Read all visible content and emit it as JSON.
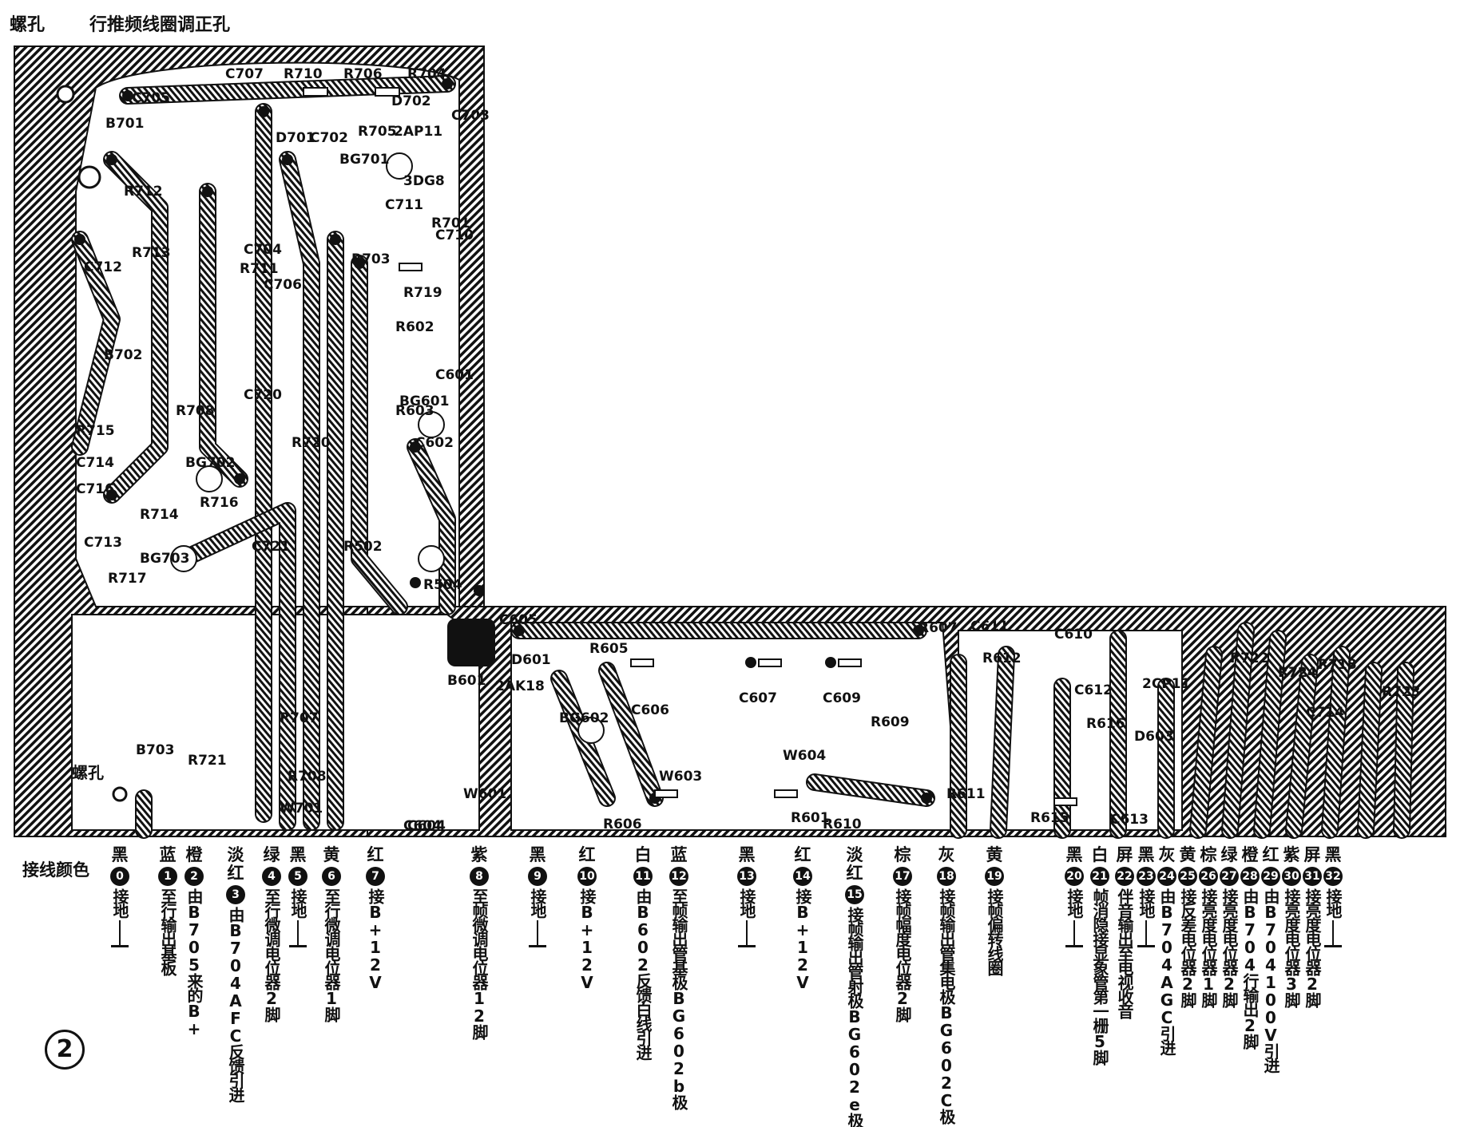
{
  "top_labels": {
    "screw_hole_top": "螺孔",
    "coil_hole": "行推频线圈调正孔",
    "screw_hole_bottom": "螺孔"
  },
  "component_labels": [
    "C705",
    "C707",
    "R710",
    "R706",
    "R704",
    "D702",
    "C703",
    "B701",
    "D701",
    "C702",
    "R705",
    "2AP11",
    "BG701",
    "3DG8",
    "R712",
    "R713",
    "C712",
    "C704",
    "R711",
    "C706",
    "R703",
    "R719",
    "R602",
    "R701",
    "C711",
    "C710",
    "B702",
    "R708",
    "C720",
    "R715",
    "C714",
    "C716",
    "BG702",
    "R714",
    "C713",
    "R717",
    "BG703",
    "R716",
    "C721",
    "R720",
    "R603",
    "C601",
    "BG601",
    "C602",
    "R502",
    "R504",
    "C604",
    "C605",
    "D601",
    "B601",
    "R605",
    "2AK18",
    "BG602",
    "C606",
    "C607",
    "C609",
    "W604",
    "R607",
    "C611",
    "R612",
    "C610",
    "C613",
    "D603",
    "2CP11",
    "C612",
    "R616",
    "R615",
    "R606",
    "W603",
    "W601",
    "R601",
    "C604",
    "R610",
    "R609",
    "R611",
    "R722",
    "R724",
    "R718",
    "C714",
    "R723",
    "B703",
    "R721",
    "R707",
    "R708",
    "W701"
  ],
  "wire_legend_title": "接线颜色",
  "wires": [
    {
      "color": "黑",
      "num": "0",
      "desc": "接地",
      "ground": true
    },
    {
      "color": "蓝",
      "num": "1",
      "desc": "至行输出基板",
      "ground": false
    },
    {
      "color": "橙",
      "num": "2",
      "desc": "由B705来的B+",
      "ground": false
    },
    {
      "color": "淡红",
      "num": "3",
      "desc": "由B704AFC反馈引进",
      "ground": false
    },
    {
      "color": "绿",
      "num": "4",
      "desc": "至行微调电位器2脚",
      "ground": false
    },
    {
      "color": "黑",
      "num": "5",
      "desc": "接地",
      "ground": true
    },
    {
      "color": "黄",
      "num": "6",
      "desc": "至行微调电位器1脚",
      "ground": false
    },
    {
      "color": "红",
      "num": "7",
      "desc": "接B+12V",
      "ground": false
    },
    {
      "color": "紫",
      "num": "8",
      "desc": "至帧微调电位器12脚",
      "ground": false
    },
    {
      "color": "黑",
      "num": "9",
      "desc": "接地",
      "ground": true
    },
    {
      "color": "红",
      "num": "10",
      "desc": "接B+12V",
      "ground": false
    },
    {
      "color": "白",
      "num": "11",
      "desc": "由B602反馈白线引进",
      "ground": false
    },
    {
      "color": "蓝",
      "num": "12",
      "desc": "至帧输出管基极BG602b极",
      "ground": false
    },
    {
      "color": "黑",
      "num": "13",
      "desc": "接地",
      "ground": true
    },
    {
      "color": "红",
      "num": "14",
      "desc": "接B+12V",
      "ground": false
    },
    {
      "color": "淡红",
      "num": "15",
      "desc": "接帧输出管射极BG602e极",
      "ground": false
    },
    {
      "color": "棕",
      "num": "17",
      "desc": "接帧幅度电位器2脚",
      "ground": false
    },
    {
      "color": "灰",
      "num": "18",
      "desc": "接帧输出管集电极BG602C极",
      "ground": false
    },
    {
      "color": "黄",
      "num": "19",
      "desc": "接帧偏转线圈",
      "ground": false
    },
    {
      "color": "黑",
      "num": "20",
      "desc": "接地",
      "ground": true
    },
    {
      "color": "白",
      "num": "21",
      "desc": "帧消隐接显象管第一栅5脚",
      "ground": false
    },
    {
      "color": "屏",
      "num": "22",
      "desc": "伴音输出至电视收音",
      "ground": false
    },
    {
      "color": "黑",
      "num": "23",
      "desc": "接地",
      "ground": true
    },
    {
      "color": "灰",
      "num": "24",
      "desc": "由B704AGC引进",
      "ground": false
    },
    {
      "color": "黄",
      "num": "25",
      "desc": "接反差电位器2脚",
      "ground": false
    },
    {
      "color": "棕",
      "num": "26",
      "desc": "接亮度电位器1脚",
      "ground": false
    },
    {
      "color": "绿",
      "num": "27",
      "desc": "接亮度电位器2脚",
      "ground": false
    },
    {
      "color": "橙",
      "num": "28",
      "desc": "由B704行输出2脚",
      "ground": false
    },
    {
      "color": "红",
      "num": "29",
      "desc": "由B704100V引进",
      "ground": false
    },
    {
      "color": "紫",
      "num": "30",
      "desc": "接亮度电位器3脚",
      "ground": false
    },
    {
      "color": "屏",
      "num": "31",
      "desc": "接亮度电位器2脚",
      "ground": false
    },
    {
      "color": "黑",
      "num": "32",
      "desc": "接地",
      "ground": true
    }
  ],
  "figure_number": "2"
}
